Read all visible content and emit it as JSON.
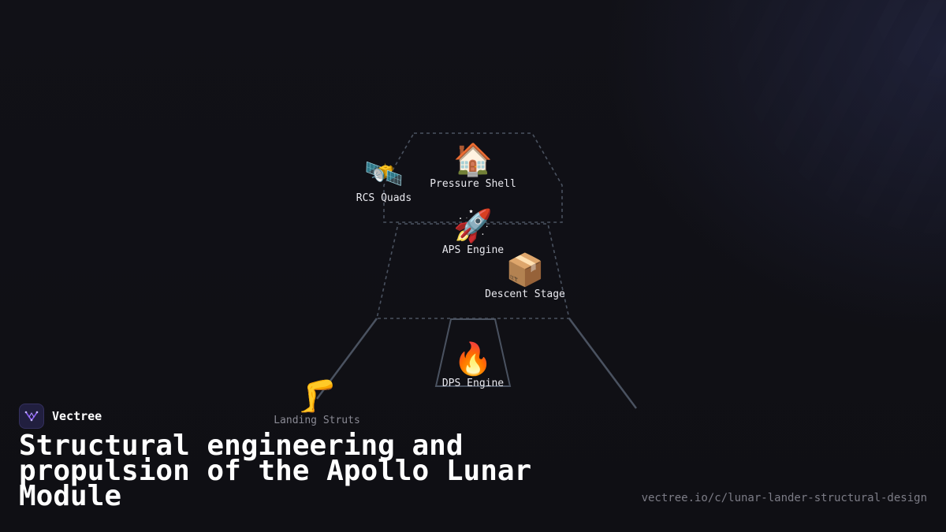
{
  "brand": {
    "name": "Vectree",
    "accent_color": "#8b5cf6",
    "logo_icon": "vectree-logo-icon"
  },
  "title": "Structural engineering and propulsion of the Apollo Lunar Module",
  "url": "vectree.io/c/lunar-lander-structural-design",
  "diagram": {
    "line_color": "#4a5260",
    "nodes": [
      {
        "id": "pressure-shell",
        "label": "Pressure Shell",
        "icon": "house-icon",
        "emoji": "🏠"
      },
      {
        "id": "rcs-quads",
        "label": "RCS Quads",
        "icon": "satellite-icon",
        "emoji": "🛰️"
      },
      {
        "id": "aps-engine",
        "label": "APS Engine",
        "icon": "rocket-icon",
        "emoji": "🚀"
      },
      {
        "id": "descent-stage",
        "label": "Descent Stage",
        "icon": "package-icon",
        "emoji": "📦"
      },
      {
        "id": "dps-engine",
        "label": "DPS Engine",
        "icon": "fire-icon",
        "emoji": "🔥"
      },
      {
        "id": "landing-struts",
        "label": "Landing Struts",
        "icon": "leg-icon",
        "emoji": "🦵"
      }
    ]
  }
}
